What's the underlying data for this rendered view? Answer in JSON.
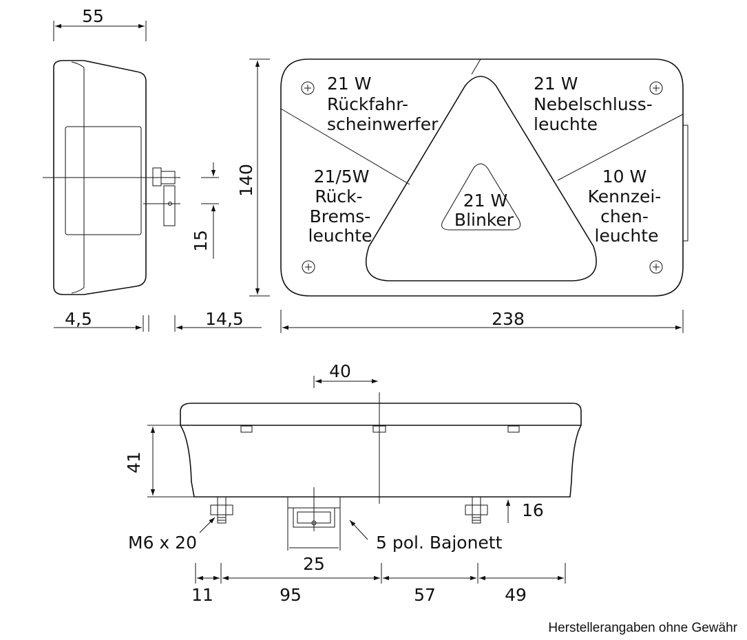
{
  "dimensions": {
    "side_depth": "55",
    "height": "140",
    "connector_offset": "15",
    "left_gap": "4,5",
    "right_gap": "14,5",
    "width": "238",
    "connector_pitch": "40",
    "bottom_height": "41",
    "stud_length": "16",
    "connector_width": "25",
    "seg_1": "11",
    "seg_2": "95",
    "seg_3": "57",
    "seg_4": "49"
  },
  "lamps": {
    "reverse": {
      "line1": "21 W",
      "line2": "Rückfahr-",
      "line3": "scheinwerfer"
    },
    "fog": {
      "line1": "21 W",
      "line2": "Nebelschluss-",
      "line3": "leuchte"
    },
    "tail_brake": {
      "line1": "21/5W",
      "line2": "Rück-",
      "line3": "Brems-",
      "line4": "leuchte"
    },
    "plate": {
      "line1": "10 W",
      "line2": "Kennzei-",
      "line3": "chen-",
      "line4": "leuchte"
    },
    "indicator": {
      "line1": "21 W",
      "line2": "Blinker"
    }
  },
  "labels": {
    "stud": "M6 x 20",
    "connector": "5 pol. Bajonett"
  },
  "footer": {
    "disclaimer": "Herstellerangaben ohne Gewähr"
  }
}
